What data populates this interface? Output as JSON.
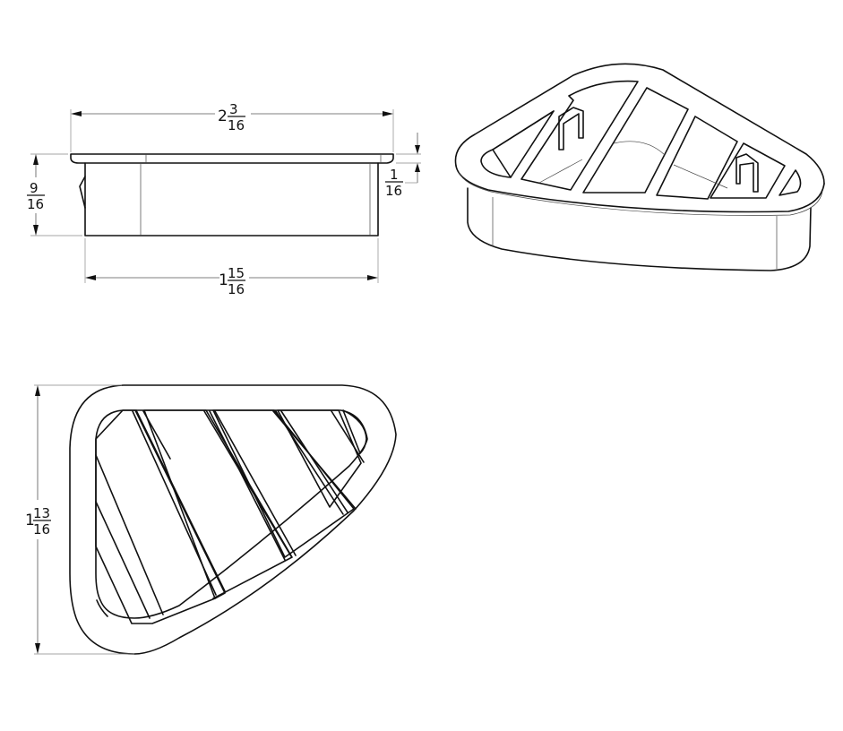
{
  "drawing": {
    "type": "technical-drawing",
    "subject": "triangular grommet / vent insert with slotted grille",
    "line_color": "#111111",
    "background": "#ffffff",
    "views": {
      "side_elevation": {
        "dimensions": {
          "overall_width": {
            "whole": "2",
            "num": "3",
            "den": "16"
          },
          "body_width": {
            "whole": "1",
            "num": "15",
            "den": "16"
          },
          "height": {
            "whole": "",
            "num": "9",
            "den": "16"
          },
          "flange_thickness": {
            "whole": "",
            "num": "1",
            "den": "16"
          }
        }
      },
      "isometric": {},
      "plan_view": {
        "dimensions": {
          "depth": {
            "whole": "1",
            "num": "13",
            "den": "16"
          }
        }
      }
    }
  }
}
